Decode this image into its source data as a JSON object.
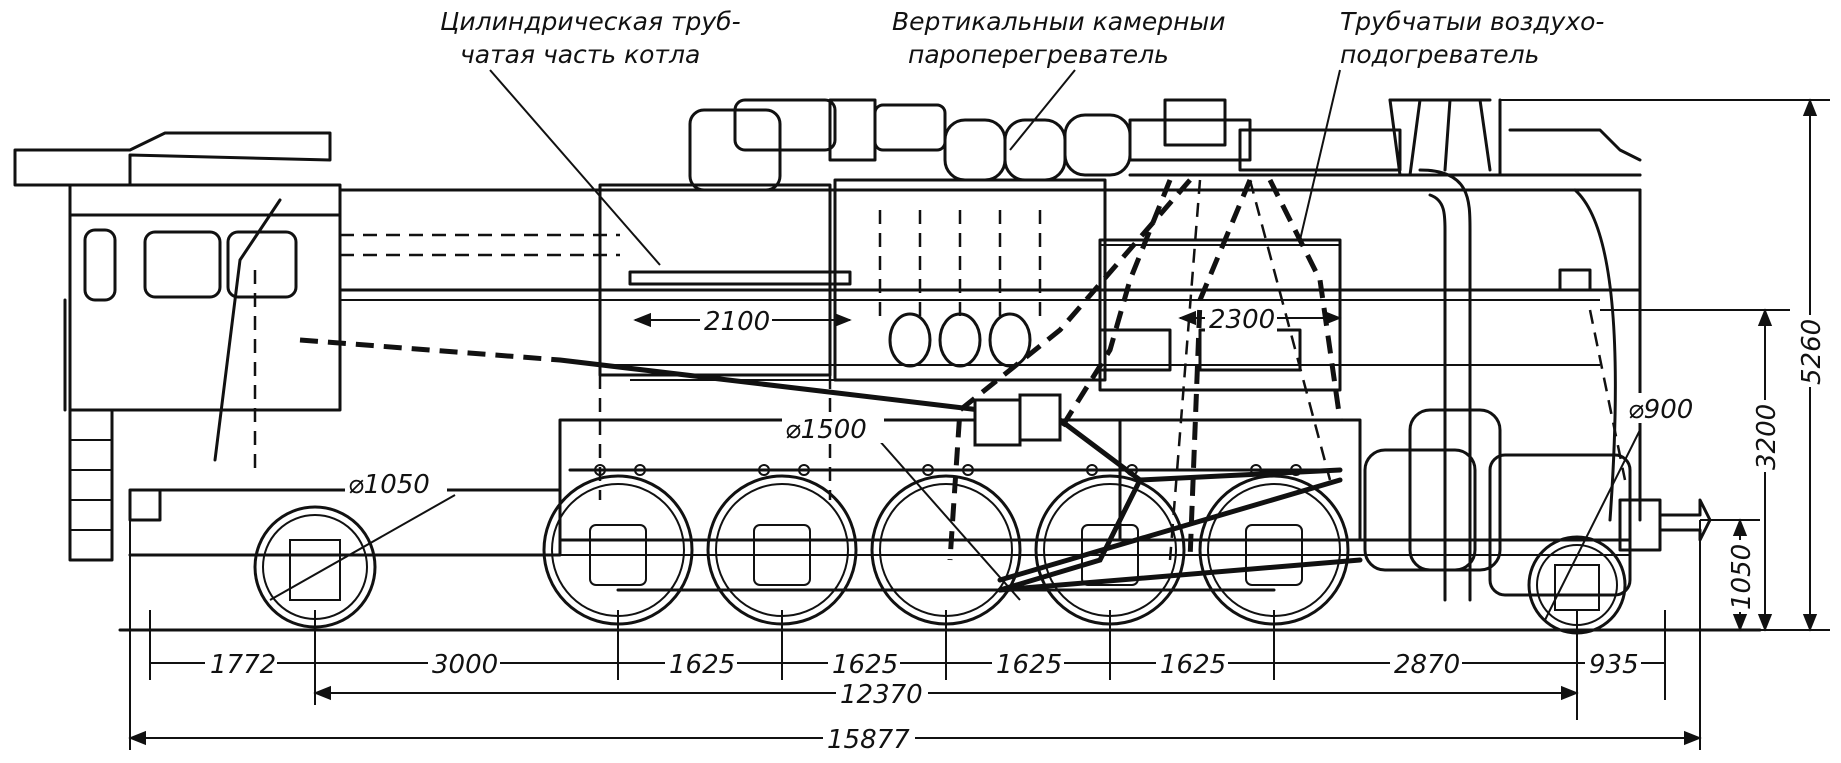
{
  "labels": {
    "boiler": [
      "Цилиндрическая труб-",
      "чатая часть котла"
    ],
    "superheater": [
      "Вертикальныи камерныи",
      "пароперегреватель"
    ],
    "air_heater": [
      "Трубчатыи воздухо-",
      "подогреватель"
    ]
  },
  "dimensions": {
    "horizontal_chain": [
      "1772",
      "3000",
      "1625",
      "1625",
      "1625",
      "1625",
      "2870",
      "935"
    ],
    "wheelbase": "12370",
    "overall_length": "15877",
    "boiler_length": "2100",
    "firebox_length": "2300",
    "height_total": "5260",
    "height_boiler_axis": "3200",
    "height_buffer": "1050"
  },
  "diameters": {
    "trailing_wheel": "⌀1050",
    "driving_wheel": "⌀1500",
    "leading_wheel": "⌀900"
  }
}
